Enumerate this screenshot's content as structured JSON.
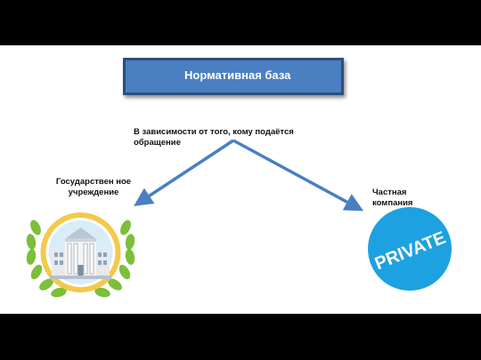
{
  "title": "Нормативная база",
  "condition": "В зависимости от того, кому подаётся обращение",
  "branches": [
    {
      "label": "Государствен ное учреждение",
      "icon": "government-building-emblem-icon"
    },
    {
      "label": "Частная компания",
      "icon": "private-company-badge-icon",
      "badge_text": "PRIVATE"
    }
  ],
  "colors": {
    "title_fill": "#4a7fc1",
    "title_border": "#2c4f80",
    "arrow": "#4a7fc1",
    "laurel": "#7bbf3a",
    "medal_ring": "#f4c94b",
    "private_badge": "#1ea1e0"
  }
}
